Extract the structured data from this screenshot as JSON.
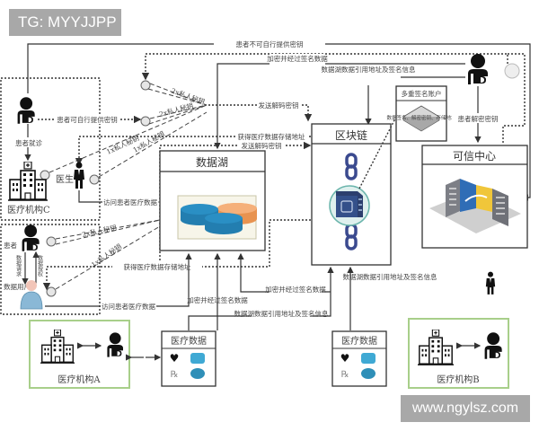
{
  "watermarks": {
    "top_left": "TG: MYYJJPP",
    "bottom_right": "www.ngylsz.com"
  },
  "nodes": {
    "data_lake": {
      "title": "数据湖"
    },
    "blockchain": {
      "title": "区块链"
    },
    "trusted_center": {
      "title": "可信中心"
    },
    "multisig_account": {
      "title": "多重签名账户",
      "content": "数据签名、解密密钥、存储地址"
    },
    "medical_data_a": {
      "title": "医疗数据"
    },
    "medical_data_b": {
      "title": "医疗数据"
    },
    "institution_a": {
      "label": "医疗机构A"
    },
    "institution_b": {
      "label": "医疗机构B"
    },
    "institution_c": {
      "label": "医疗机构C"
    },
    "doctor": {
      "label": "医生"
    },
    "patient": {
      "label": "患者"
    },
    "data_user": {
      "label": "数据用户"
    }
  },
  "edges": {
    "patient_no_key": "患者不可自行提供密钥",
    "encrypted_signed_data_top": "加密并经过签名数据",
    "datalake_ref_addr_top": "数据湖数据引用地址及签名信息",
    "patient_decrypt_key": "患者解密密钥",
    "send_decrypt_key_1": "发送解码密钥",
    "send_decrypt_key_2": "发送解码密钥",
    "get_storage_addr_1": "获得医疗数据存储地址",
    "get_storage_addr_2": "获得医疗数据存储地址",
    "patient_self_key": "患者可自行提供密钥",
    "patient_visit": "患者就诊",
    "access_patient_data_1": "访问患者医疗数据",
    "access_patient_data_2": "访问患者医疗数据",
    "private_key_2x_a": "2x私人秘钥",
    "private_key_2x_b": "2x私人秘钥",
    "private_key_2x_c": "2x私人秘钥",
    "private_key_1x_a": "1x私人秘钥",
    "private_key_1x_b": "1x私人秘钥",
    "private_key_1x_c": "1x私人秘钥",
    "request_data": "数据请求",
    "grant_auth": "数据授权",
    "encrypted_signed_data_a": "加密并经过签名数据",
    "encrypted_signed_data_b": "加密并经过签名数据",
    "datalake_ref_addr_a": "数据湖数据引用地址及签名信息",
    "datalake_ref_addr_b": "数据湖数据引用地址及签名信息"
  },
  "colors": {
    "green_frame": "#a8cf8a",
    "chain_blue": "#3b4a8f",
    "disk_blue": "#2a8fc4",
    "disk_orange": "#f2a463",
    "watermark_bg": "#a8a8a8"
  }
}
